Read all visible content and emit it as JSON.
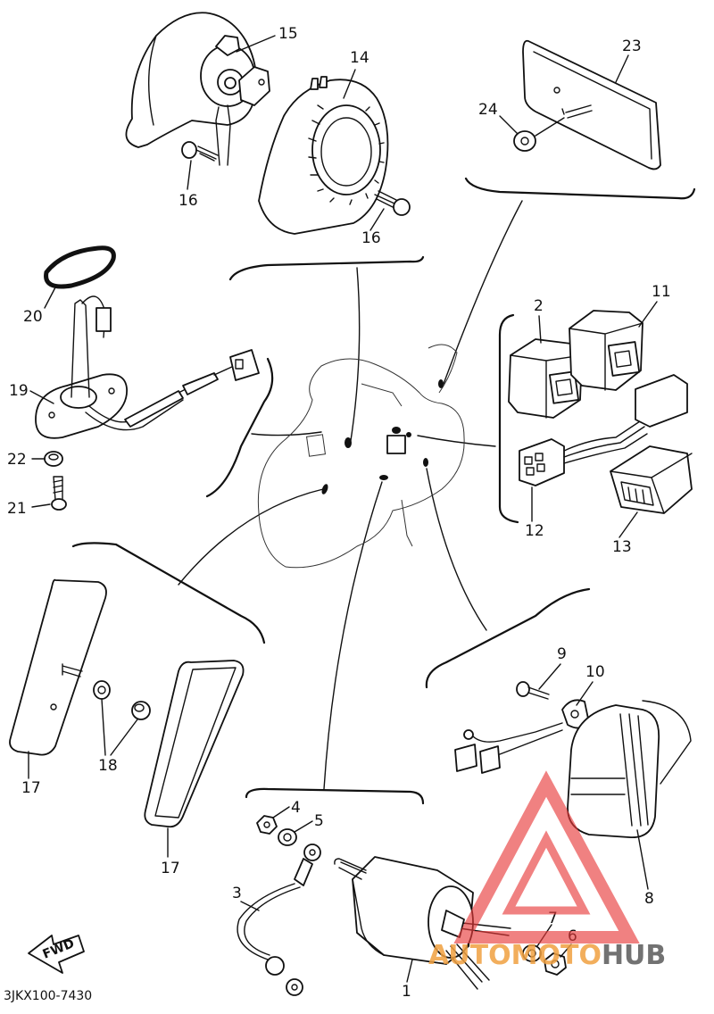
{
  "diagram": {
    "drawing_code": "3JKX100-7430",
    "direction_label": "FWD",
    "callouts": {
      "p1": "1",
      "p2": "2",
      "p3": "3",
      "p4": "4",
      "p5": "5",
      "p6": "6",
      "p7": "7",
      "p8": "8",
      "p9": "9",
      "p10": "10",
      "p11": "11",
      "p12": "12",
      "p13": "13",
      "p14": "14",
      "p15": "15",
      "p16a": "16",
      "p16b": "16",
      "p17a": "17",
      "p17b": "17",
      "p18": "18",
      "p19": "19",
      "p20": "20",
      "p21": "21",
      "p22": "22",
      "p23": "23",
      "p24": "24"
    }
  },
  "watermark": {
    "brand_part1": "AUTO",
    "brand_part2": "MOTO",
    "brand_part3": "HUB",
    "colors": {
      "red": "#e83a3a",
      "orange": "#f0a040",
      "gray": "#5a5a5a"
    }
  }
}
